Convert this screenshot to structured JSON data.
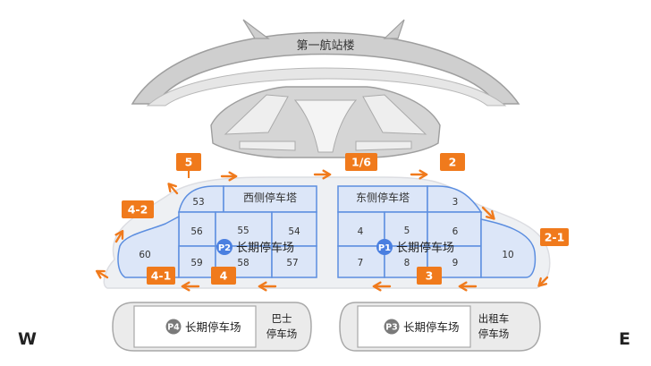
{
  "terminal": {
    "name": "第一航站楼"
  },
  "compass": {
    "west": "W",
    "east": "E"
  },
  "parking": {
    "p2": {
      "badge": "P2",
      "label": "长期停车场",
      "tower": "西侧停车塔",
      "zones": [
        "53",
        "56",
        "55",
        "54",
        "60",
        "59",
        "58",
        "57"
      ]
    },
    "p1": {
      "badge": "P1",
      "label": "长期停车场",
      "tower": "东侧停车塔",
      "zones": [
        "3",
        "4",
        "5",
        "6",
        "7",
        "8",
        "9",
        "10"
      ]
    },
    "p4": {
      "badge": "P4",
      "label": "长期停车场",
      "side": [
        "巴士",
        "停车场"
      ]
    },
    "p3": {
      "badge": "P3",
      "label": "长期停车场",
      "side": [
        "出租车",
        "停车场"
      ]
    }
  },
  "entrances": [
    "5",
    "1/6",
    "2",
    "4-2",
    "2-1",
    "4-1",
    "4",
    "3"
  ],
  "colors": {
    "accent": "#f07a1c",
    "zone_fill": "#dce6f8",
    "zone_stroke": "#5c8ee0",
    "badge": "#4a7fe0",
    "grey_badge": "#7a7a7a"
  }
}
